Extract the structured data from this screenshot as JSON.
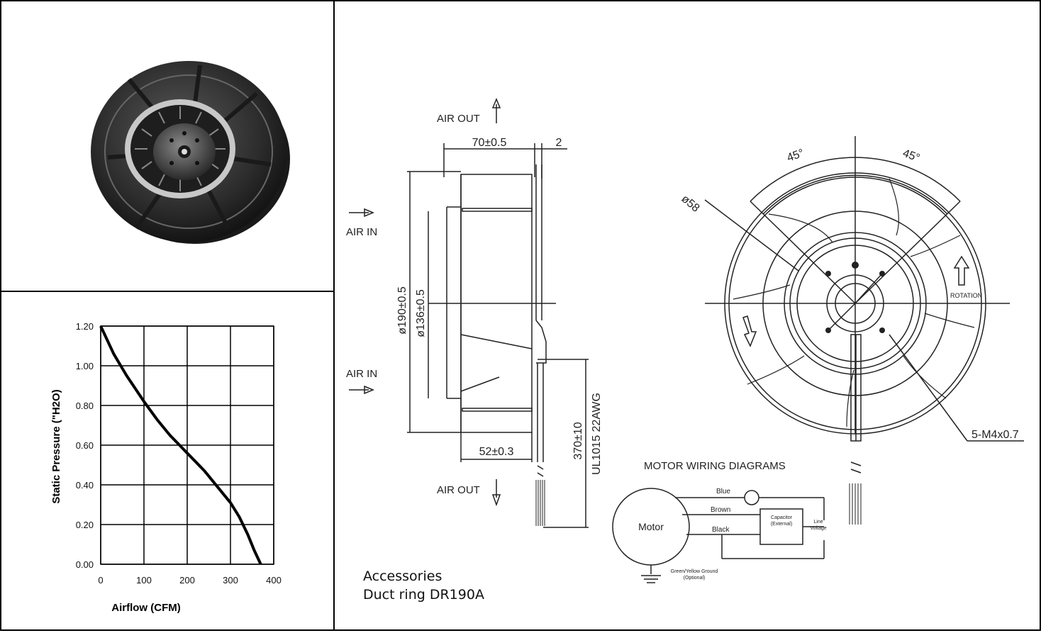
{
  "chart_data": {
    "type": "line",
    "xlabel": "Airflow (CFM)",
    "ylabel": "Static Pressure  (\"H2O)",
    "xlim": [
      0,
      400
    ],
    "ylim": [
      0,
      1.2
    ],
    "x_ticks": [
      "0",
      "100",
      "200",
      "300",
      "400"
    ],
    "y_ticks": [
      "0.00",
      "0.20",
      "0.40",
      "0.60",
      "0.80",
      "1.00",
      "1.20"
    ],
    "grid": true,
    "series": [
      {
        "x": [
          0,
          30,
          60,
          100,
          130,
          160,
          200,
          240,
          270,
          300,
          320,
          340,
          355,
          370
        ],
        "y": [
          1.2,
          1.06,
          0.95,
          0.82,
          0.73,
          0.65,
          0.56,
          0.47,
          0.39,
          0.31,
          0.24,
          0.15,
          0.07,
          0.0
        ]
      }
    ]
  },
  "drawing": {
    "air_out_top": "AIR OUT",
    "air_in_top": "AIR IN",
    "air_in_bottom": "AIR IN",
    "air_out_bottom": "AIR OUT",
    "dim_width": "70±0.5",
    "dim_flange": "2",
    "dim_outer_dia": "ø190±0.5",
    "dim_inner_dia": "ø136±0.5",
    "dim_base": "52±0.3",
    "dim_lead_len": "370±10",
    "lead_wire": "UL1015 22AWG",
    "angle_left": "45°",
    "angle_right": "45°",
    "dia_58": "ø58",
    "rotation": "ROTATION",
    "screw": "5-M4x0.7"
  },
  "wiring": {
    "title": "MOTOR WIRING DIAGRAMS",
    "motor": "Motor",
    "blue": "Blue",
    "brown": "Brown",
    "black": "Black",
    "capacitor": "Capacitor (External)",
    "line_voltage": "Line Voltage",
    "ground": "Green/Yellow Ground (Optional)"
  },
  "accessories": {
    "heading": "Accessories",
    "item": "Duct ring DR190A"
  },
  "colors": {
    "line": "#000000",
    "dark_fan": "#2a2a2a",
    "drawing": "#222222"
  }
}
